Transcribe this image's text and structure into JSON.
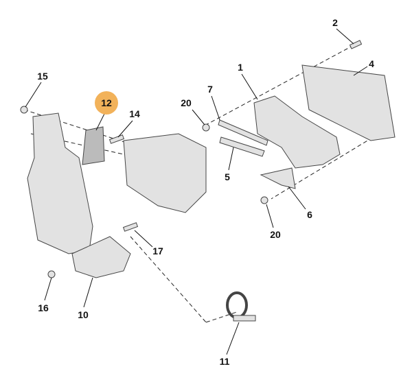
{
  "diagram": {
    "highlight_color": "#f2b25a",
    "part_color": "#d9d9d9",
    "labels": [
      "2",
      "4",
      "1",
      "7",
      "20",
      "15",
      "12",
      "14",
      "5",
      "6",
      "20",
      "17",
      "16",
      "10",
      "11"
    ],
    "highlighted_label": "12"
  }
}
